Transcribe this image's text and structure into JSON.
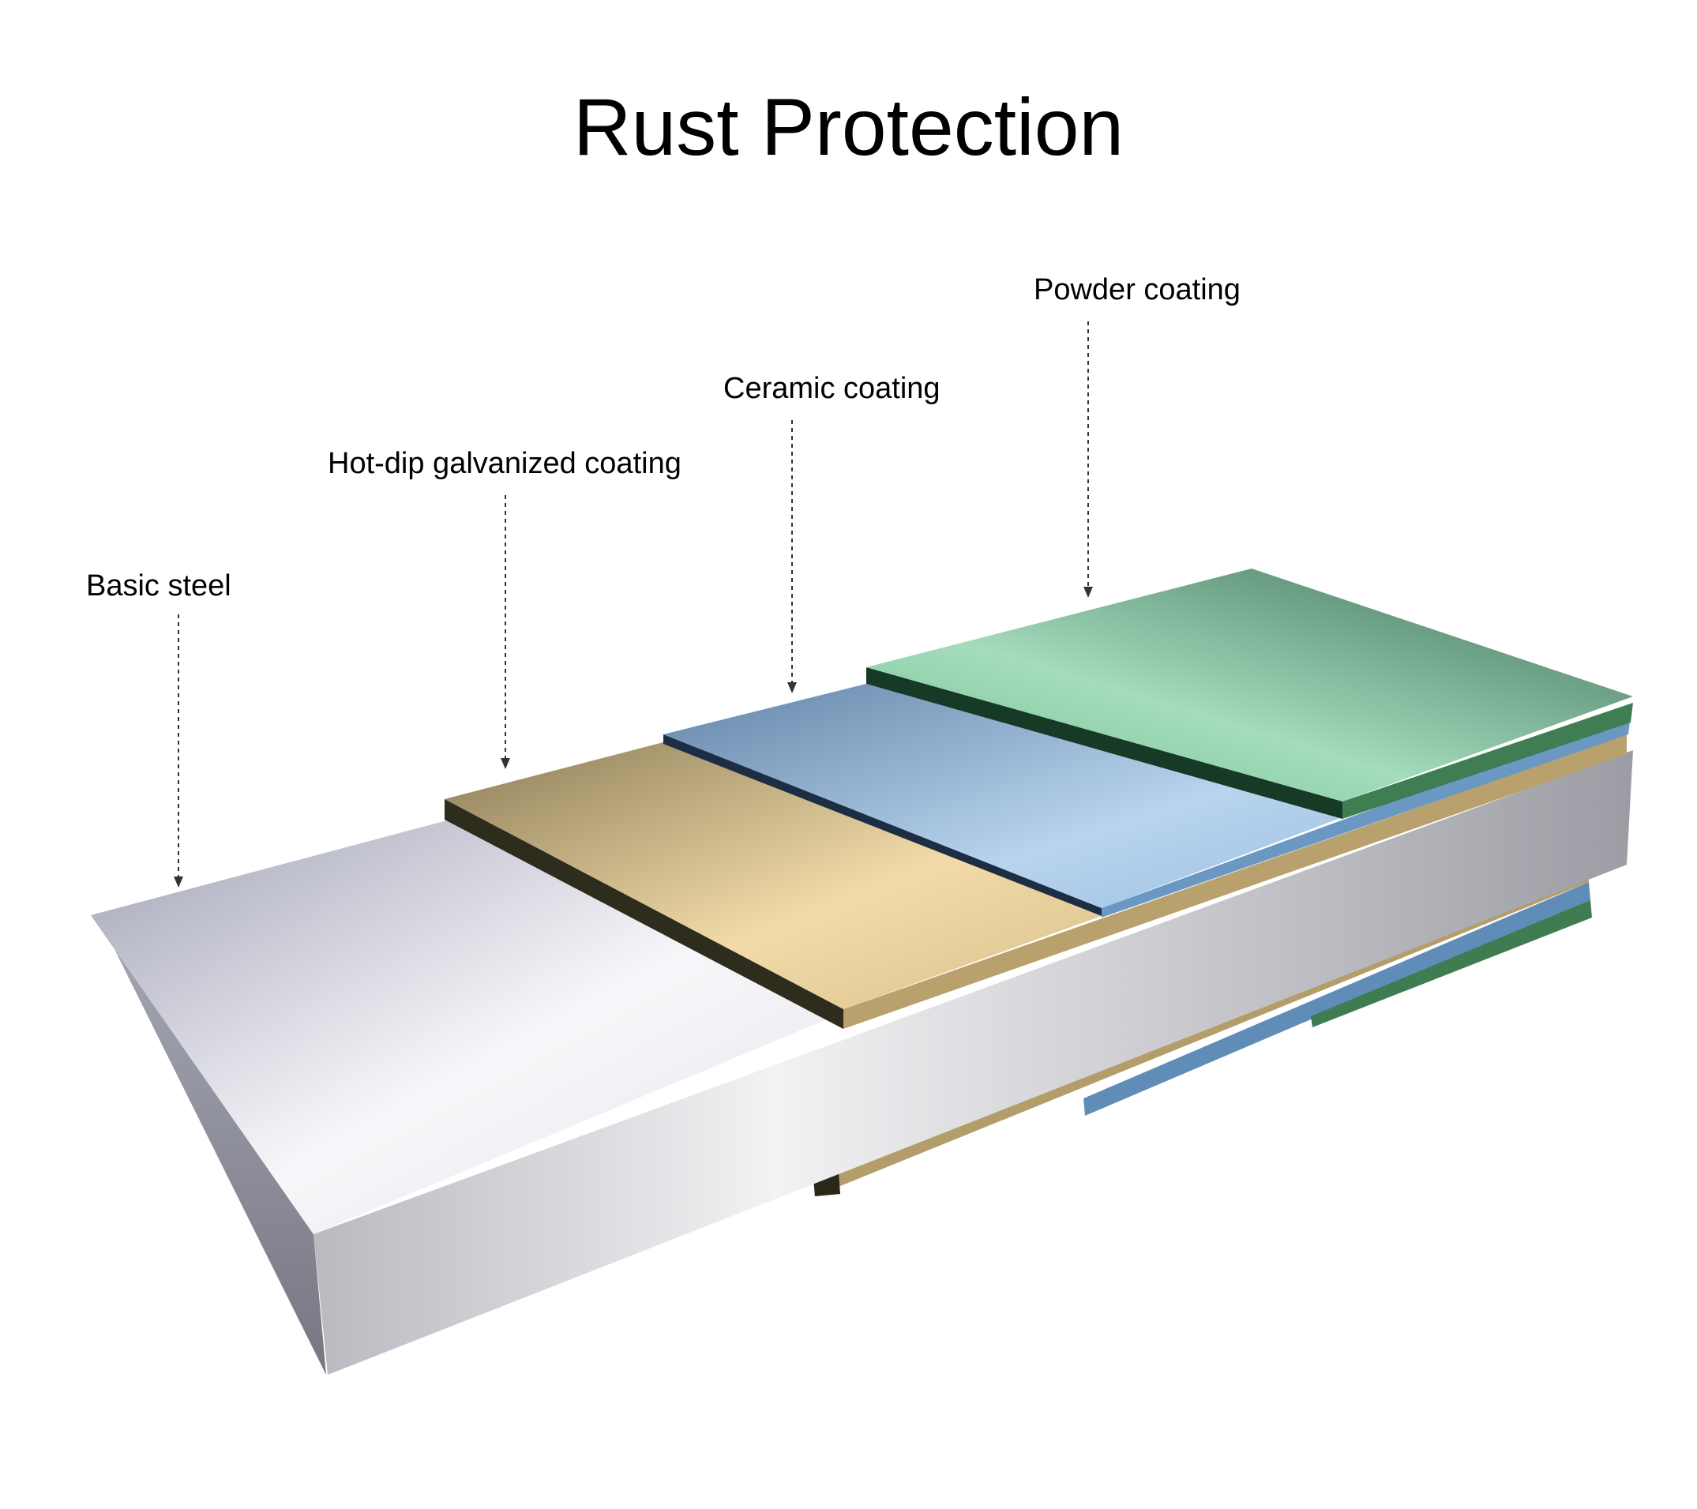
{
  "title": "Rust Protection",
  "layers": [
    {
      "label": "Basic steel",
      "color": "#c9c9d2"
    },
    {
      "label": "Hot-dip galvanized coating",
      "color": "#c8b078"
    },
    {
      "label": "Ceramic coating",
      "color": "#7fa6cc"
    },
    {
      "label": "Powder coating",
      "color": "#5f9e7c"
    }
  ]
}
